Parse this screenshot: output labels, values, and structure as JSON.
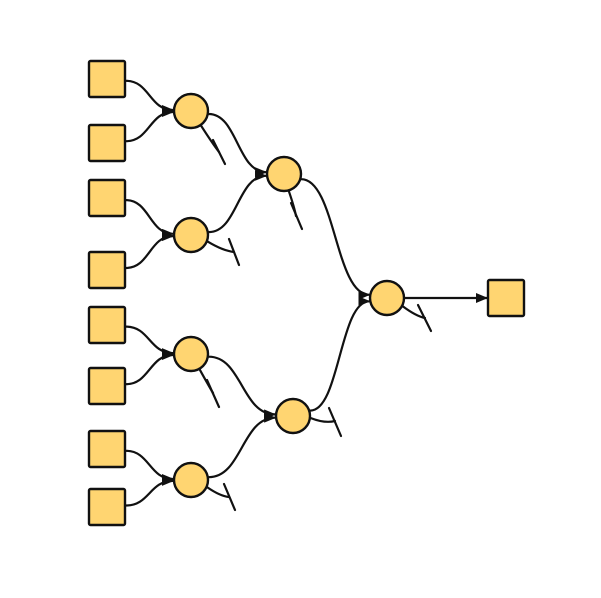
{
  "diagram": {
    "kind": "binary merge tree",
    "node_fill": "#FFD571",
    "stroke_color": "#111111",
    "background": "#FFFFFF",
    "shapes": {
      "leaf": "square",
      "merge": "circle",
      "output": "square",
      "discard_mark": "cross-tick"
    },
    "nodes": [
      {
        "id": "in1",
        "type": "leaf"
      },
      {
        "id": "in2",
        "type": "leaf"
      },
      {
        "id": "in3",
        "type": "leaf"
      },
      {
        "id": "in4",
        "type": "leaf"
      },
      {
        "id": "in5",
        "type": "leaf"
      },
      {
        "id": "in6",
        "type": "leaf"
      },
      {
        "id": "in7",
        "type": "leaf"
      },
      {
        "id": "in8",
        "type": "leaf"
      },
      {
        "id": "m1",
        "type": "merge"
      },
      {
        "id": "m2",
        "type": "merge"
      },
      {
        "id": "m3",
        "type": "merge"
      },
      {
        "id": "m4",
        "type": "merge"
      },
      {
        "id": "m5",
        "type": "merge"
      },
      {
        "id": "m6",
        "type": "merge"
      },
      {
        "id": "m7",
        "type": "merge"
      },
      {
        "id": "out",
        "type": "output"
      }
    ],
    "edges": [
      {
        "from": "in1",
        "to": "m1"
      },
      {
        "from": "in2",
        "to": "m1"
      },
      {
        "from": "in3",
        "to": "m2"
      },
      {
        "from": "in4",
        "to": "m2"
      },
      {
        "from": "in5",
        "to": "m3"
      },
      {
        "from": "in6",
        "to": "m3"
      },
      {
        "from": "in7",
        "to": "m4"
      },
      {
        "from": "in8",
        "to": "m4"
      },
      {
        "from": "m1",
        "to": "m5"
      },
      {
        "from": "m2",
        "to": "m5"
      },
      {
        "from": "m3",
        "to": "m6"
      },
      {
        "from": "m4",
        "to": "m6"
      },
      {
        "from": "m5",
        "to": "m7"
      },
      {
        "from": "m6",
        "to": "m7"
      },
      {
        "from": "m7",
        "to": "out"
      }
    ],
    "discards": [
      "m1",
      "m2",
      "m3",
      "m4",
      "m5",
      "m6",
      "m7"
    ]
  }
}
